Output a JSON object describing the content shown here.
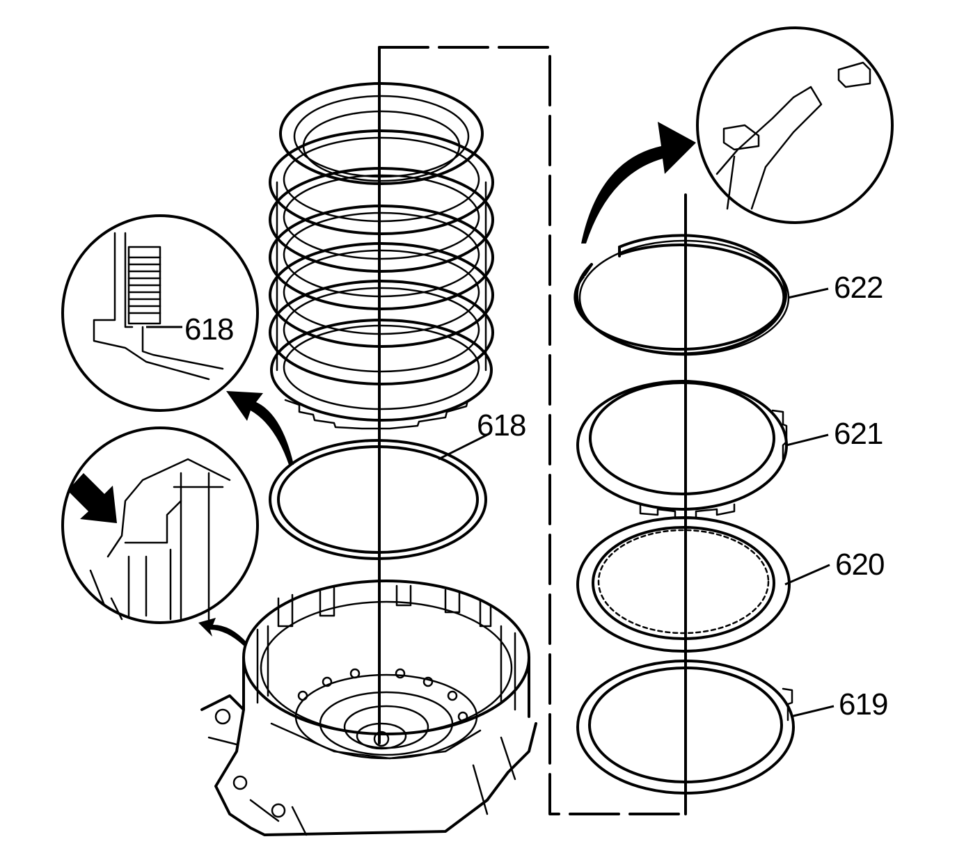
{
  "callouts": {
    "detail_618": "618",
    "ring_618": "618",
    "ring_622": "622",
    "ring_621": "621",
    "ring_620": "620",
    "ring_619": "619"
  },
  "colors": {
    "ink": "#000000",
    "paper": "#ffffff"
  },
  "icons": [
    "curved-arrow-icon",
    "pointer-arrow-icon"
  ]
}
